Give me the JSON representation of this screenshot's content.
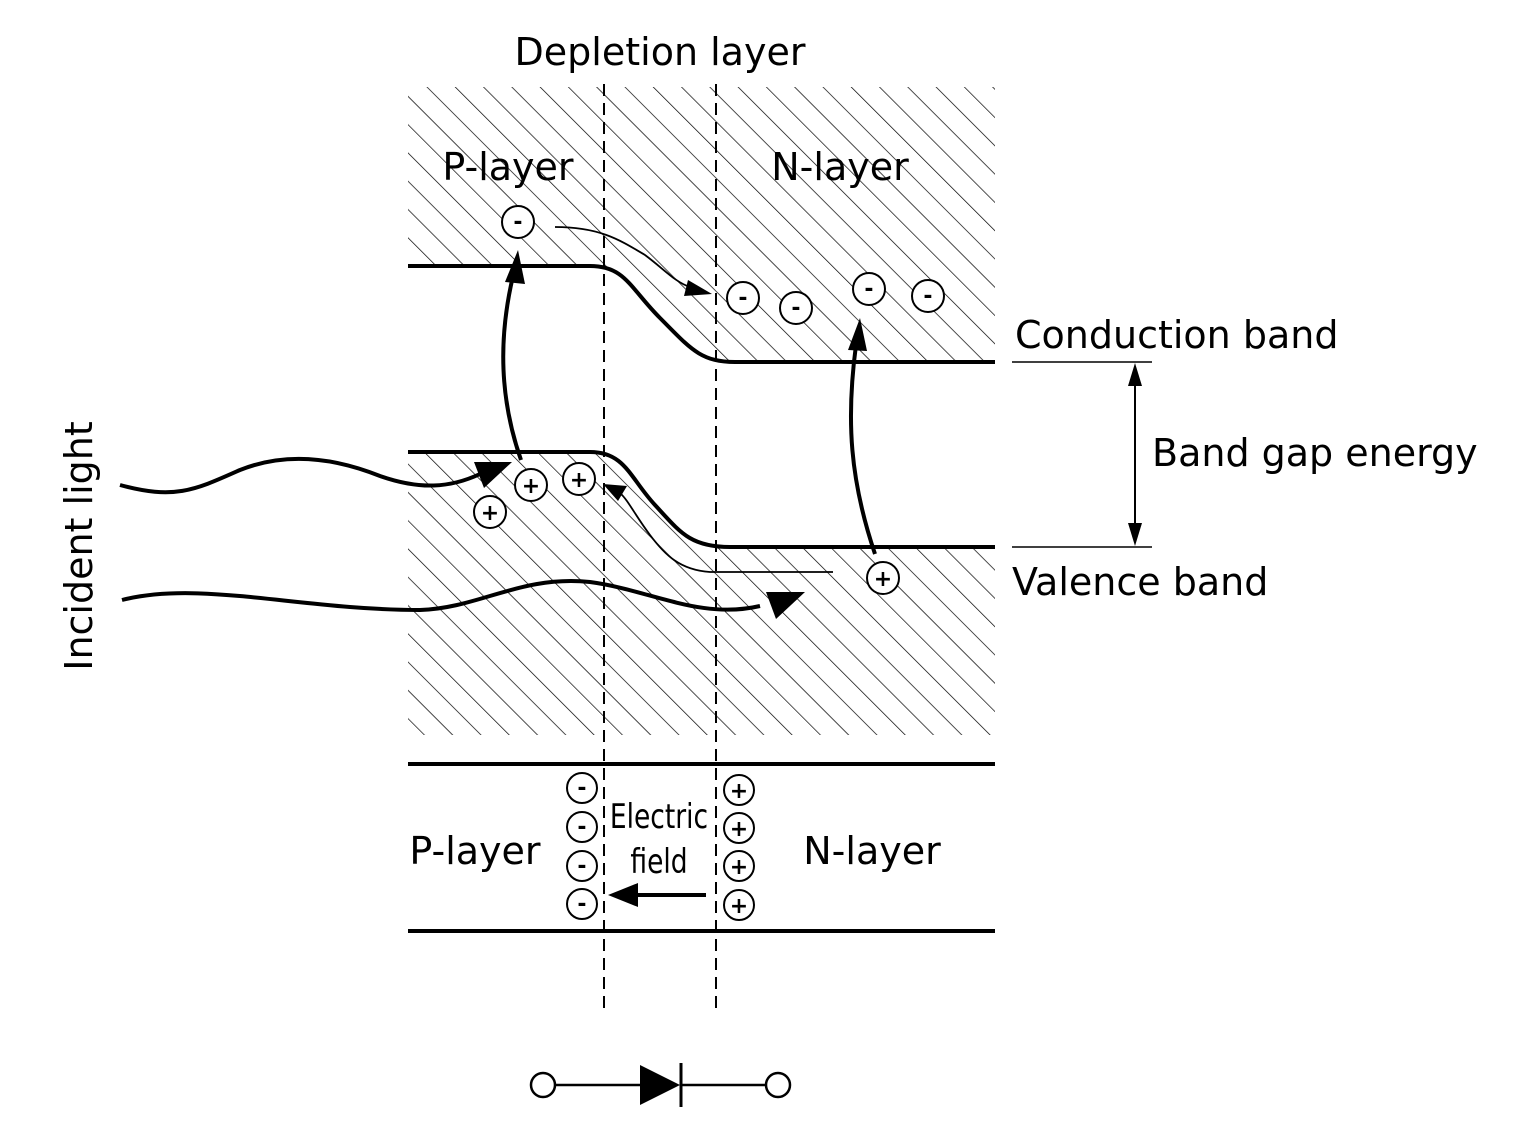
{
  "labels": {
    "depletion_layer": "Depletion layer",
    "p_layer_top": "P-layer",
    "n_layer_top": "N-layer",
    "conduction_band": "Conduction band",
    "band_gap_energy": "Band gap energy",
    "valence_band": "Valence band",
    "incident_light": "Incident light",
    "p_layer_bottom": "P-layer",
    "n_layer_bottom": "N-layer",
    "electric_field_line1": "Electric",
    "electric_field_line2": "field"
  },
  "symbols": {
    "electron": "-",
    "hole": "+"
  },
  "icons": {
    "photodiode": "diode-symbol-icon",
    "electron": "electron-icon",
    "hole": "hole-icon"
  }
}
